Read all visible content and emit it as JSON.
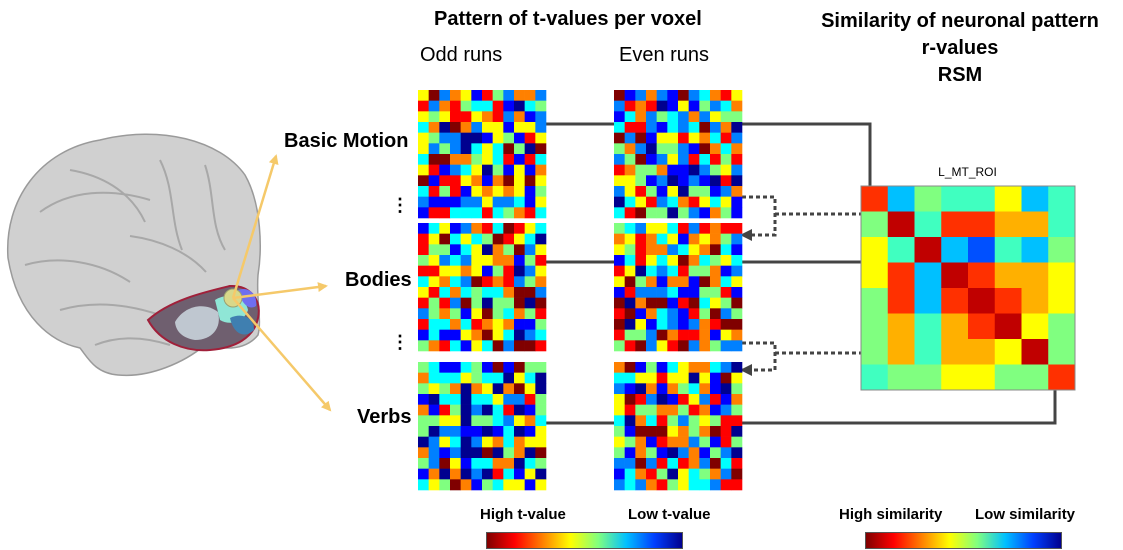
{
  "headings": {
    "pattern": "Pattern of t-values per voxel",
    "similarity_lines": [
      "Similarity of neuronal pattern",
      "r-values",
      "RSM"
    ]
  },
  "columns": {
    "odd": "Odd runs",
    "even": "Even runs"
  },
  "rows": {
    "basic_motion": "Basic Motion",
    "bodies": "Bodies",
    "verbs": "Verbs",
    "ellipsis": "⋮"
  },
  "rsm": {
    "title": "L_MT_ROI"
  },
  "colorbars": {
    "tvalue": {
      "high": "High t-value",
      "low": "Low t-value"
    },
    "similarity": {
      "high": "High similarity",
      "low": "Low similarity"
    }
  },
  "colors": {
    "brain": "#cfcfcf",
    "arrow": "#f5c96a",
    "connector": "#444444",
    "jet": [
      "#00008f",
      "#0000ff",
      "#0080ff",
      "#00ffff",
      "#80ff80",
      "#ffff00",
      "#ff8000",
      "#ff0000",
      "#800000"
    ]
  }
}
